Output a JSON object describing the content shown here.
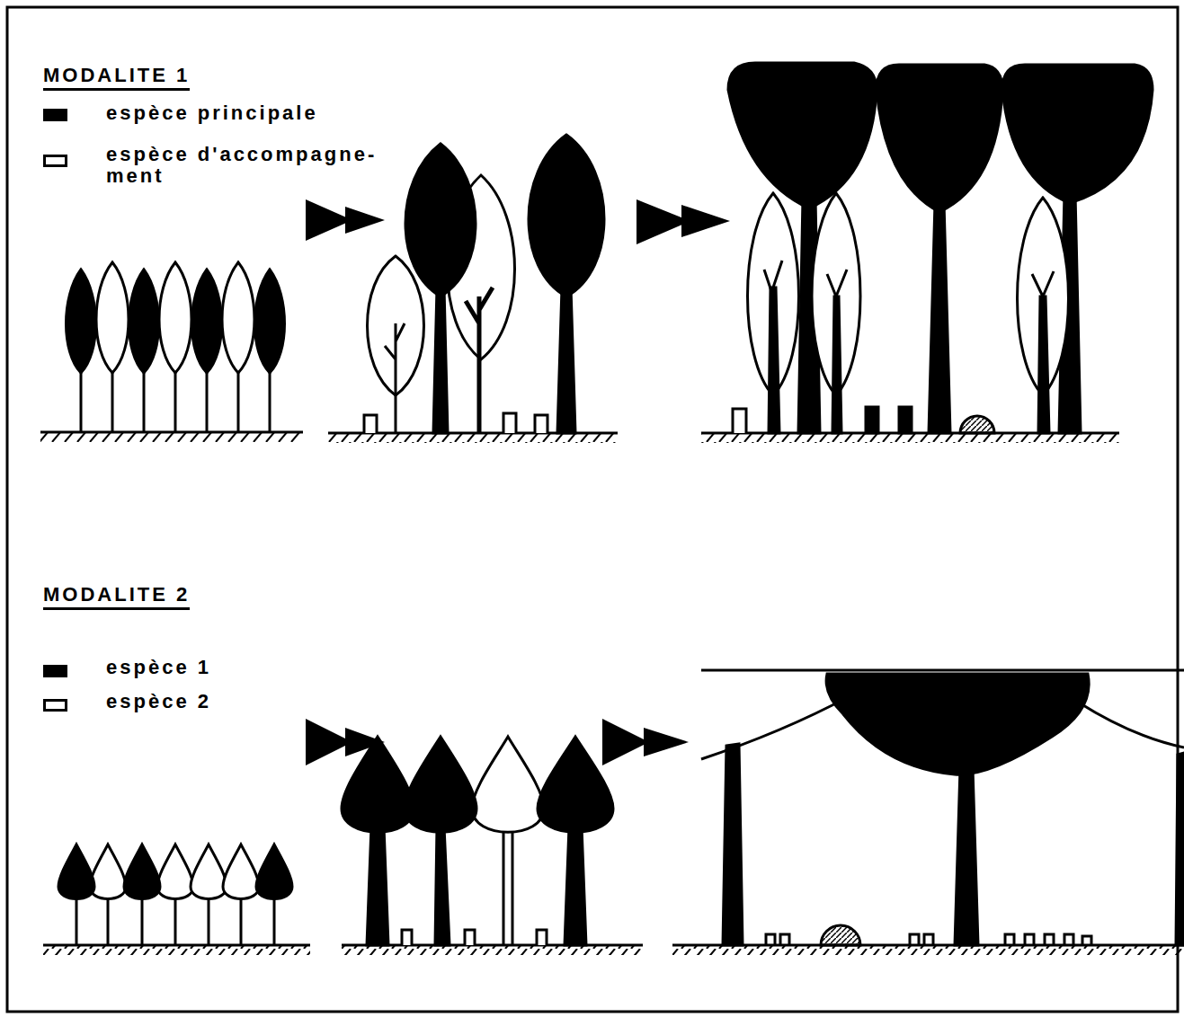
{
  "diagram": {
    "labels": [
      "MODALITE 1",
      "MODALITE 2"
    ],
    "legend": [
      {
        "text": "espèce principale",
        "color": "#000000"
      },
      {
        "text": "espèce d'accompagne- ment",
        "color": "#ffffff"
      },
      {
        "text": "espèce 1",
        "color": "#000000"
      },
      {
        "text": "espèce 2",
        "color": "#ffffff"
      }
    ]
  }
}
